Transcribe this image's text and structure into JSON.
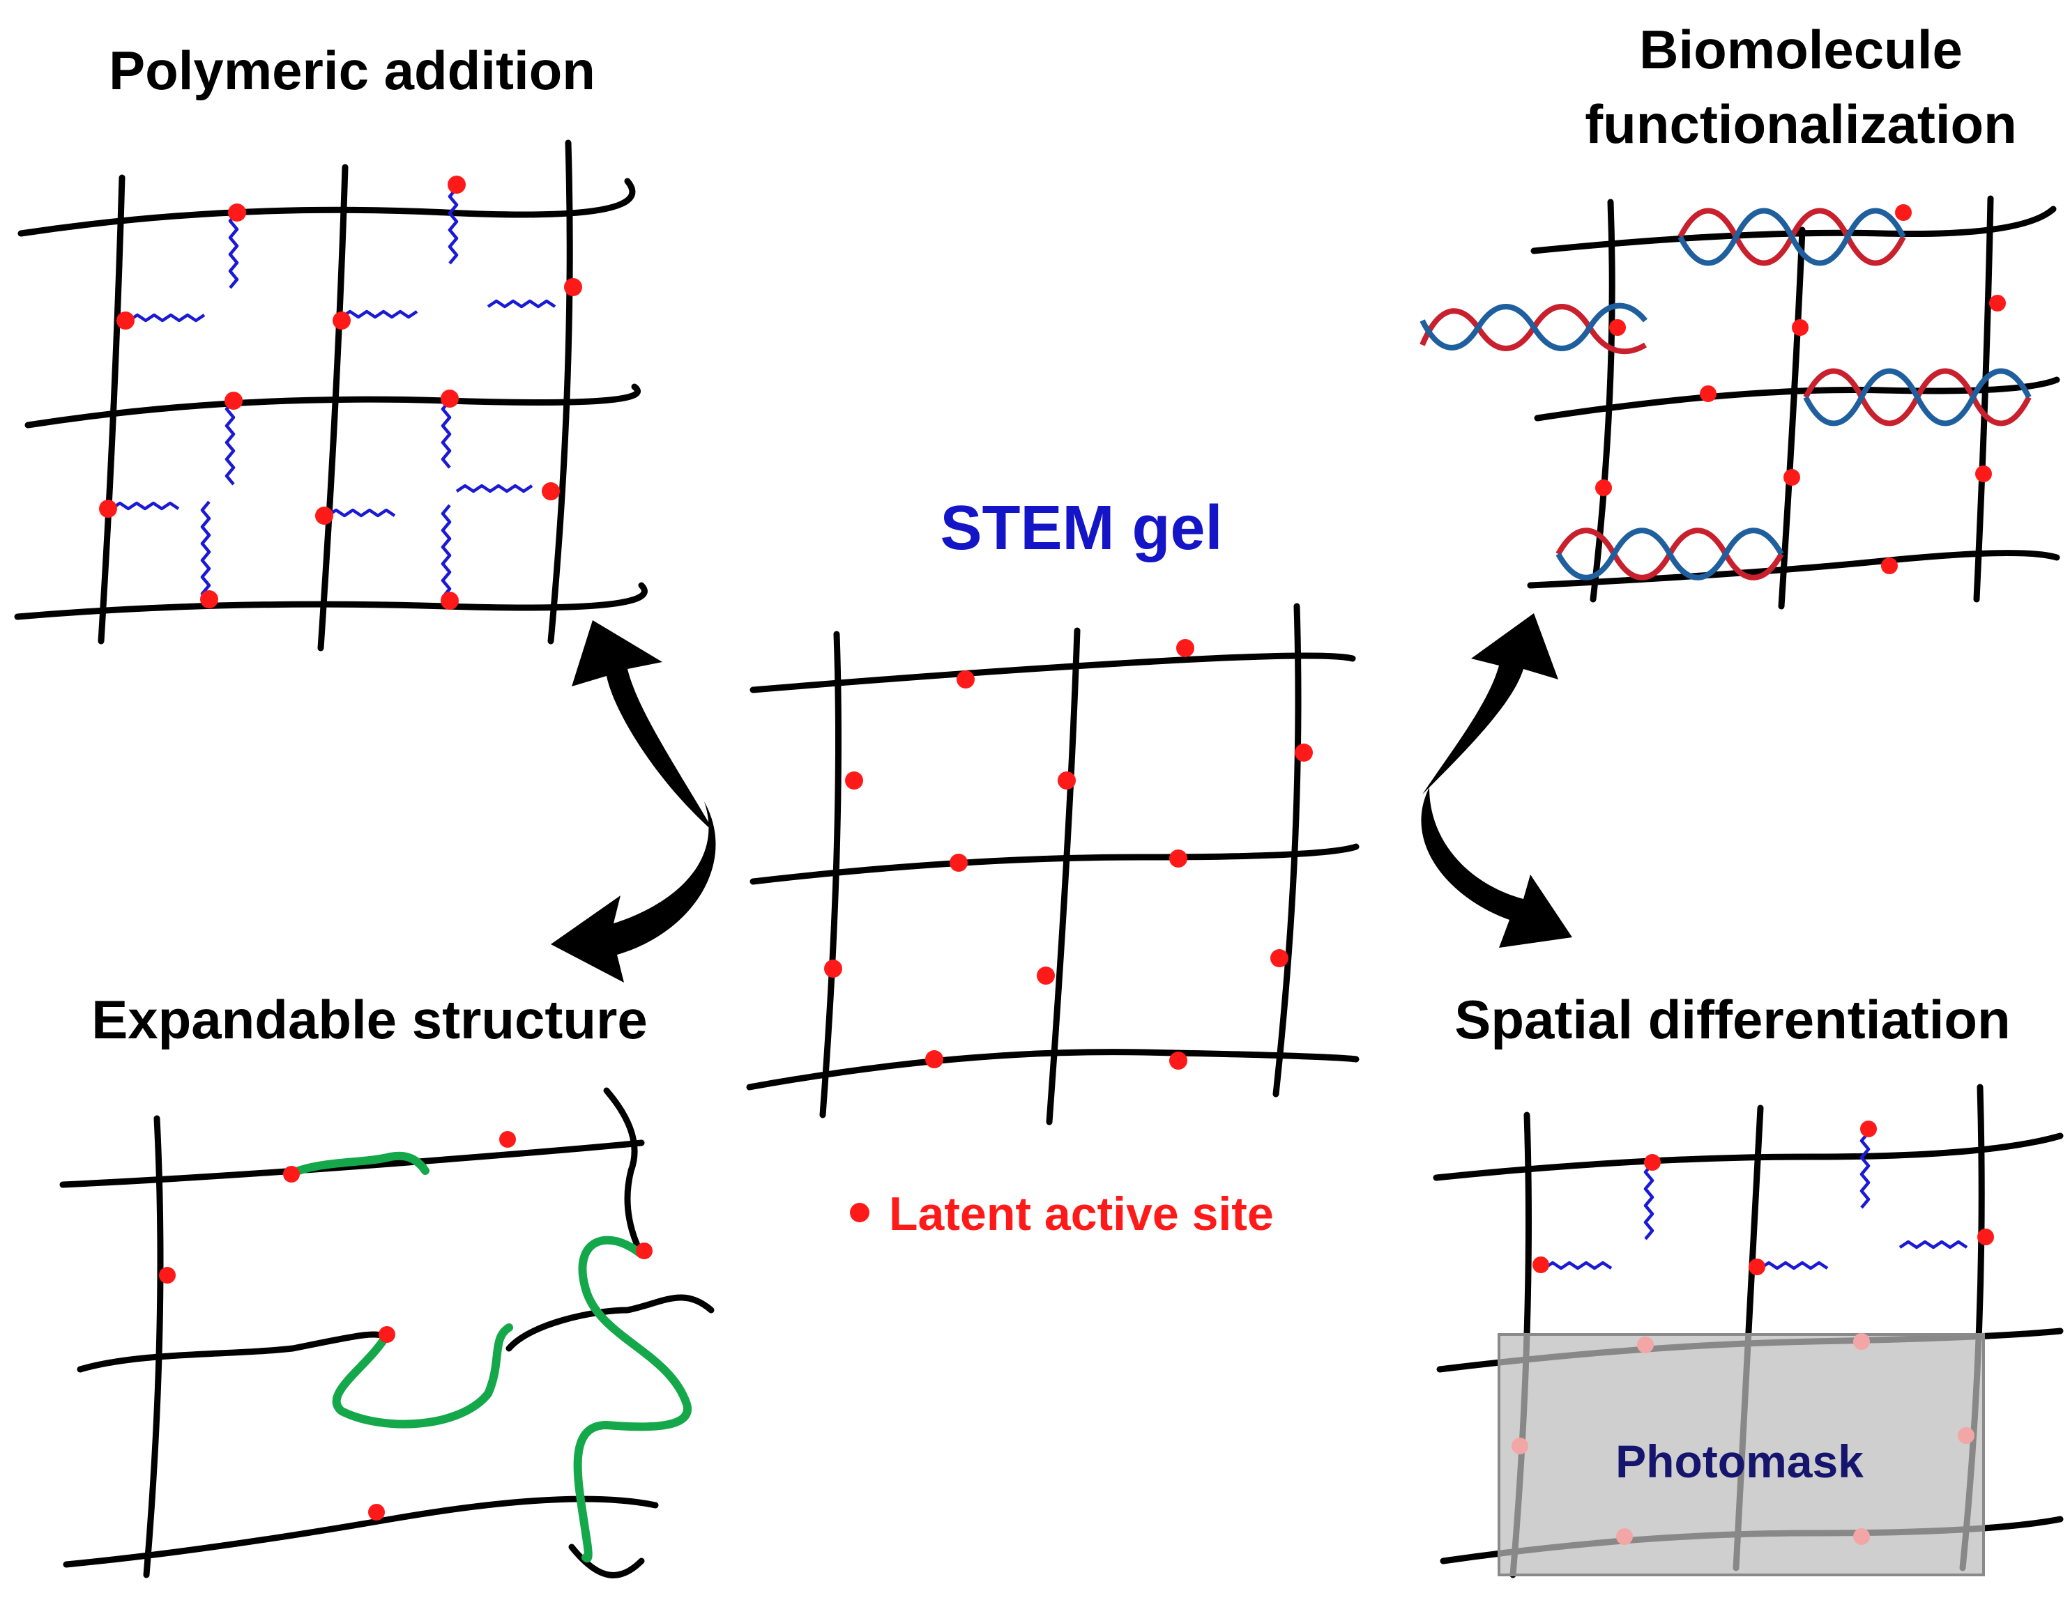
{
  "title": "STEM gel",
  "legend": {
    "label": "Latent active site",
    "color": "#ff1a1a"
  },
  "panels": {
    "top_left": {
      "label": "Polymeric addition"
    },
    "top_right": {
      "label_line1": "Biomolecule",
      "label_line2": "functionalization"
    },
    "bottom_left": {
      "label": "Expandable structure"
    },
    "bottom_right": {
      "label": "Spatial differentiation",
      "mask_label": "Photomask"
    }
  },
  "colors": {
    "network": "#000000",
    "active_site": "#ff1a1a",
    "polymer_chain": "#1a1ad6",
    "expandable_chain": "#14a84a",
    "title": "#1515c8",
    "mask_text": "#15156e"
  }
}
